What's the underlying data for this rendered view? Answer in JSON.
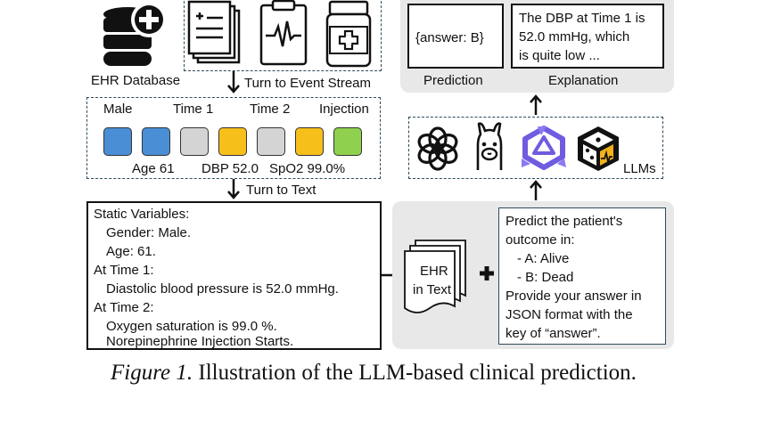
{
  "top": {
    "ehr_database_label": "EHR Database",
    "turn_to_event_stream": "Turn to Event Stream"
  },
  "events": {
    "top_labels": [
      "Male",
      "Time 1",
      "Time 2",
      "Injection"
    ],
    "bottom_labels": [
      "Age 61",
      "DBP 52.0",
      "SpO2 99.0%"
    ],
    "tokens": [
      {
        "color": "#4a8fd6"
      },
      {
        "color": "#4a8fd6"
      },
      {
        "color": "#d4d4d4"
      },
      {
        "color": "#f7bf1a"
      },
      {
        "color": "#d4d4d4"
      },
      {
        "color": "#f7bf1a"
      },
      {
        "color": "#8fd14f"
      }
    ],
    "turn_to_text": "Turn to Text"
  },
  "text_box": {
    "lines": [
      "Static Variables:",
      "Gender: Male.",
      "Age: 61.",
      "At Time 1:",
      "Diastolic blood pressure is 52.0 mmHg.",
      "At Time 2:",
      "Oxygen saturation is 99.0 %.",
      "Norepinephrine Injection Starts."
    ]
  },
  "prompt_panel": {
    "doc_line1": "EHR",
    "doc_line2": "in Text",
    "plus": "+",
    "prompt_lines": [
      "Predict the patient's",
      "outcome in:",
      "- A: Alive",
      "- B: Dead",
      "Provide your answer in",
      "JSON format with the",
      "key of “answer”."
    ]
  },
  "llms": {
    "label": "LLMs"
  },
  "output_panel": {
    "prediction_value": "{answer: B}",
    "explanation_lines": [
      "The DBP at Time 1 is",
      "52.0 mmHg, which",
      "is quite low ..."
    ],
    "prediction_label": "Prediction",
    "explanation_label": "Explanation"
  },
  "caption": {
    "figure_label": "Figure 1.",
    "text": " Illustration of the LLM-based clinical prediction."
  }
}
